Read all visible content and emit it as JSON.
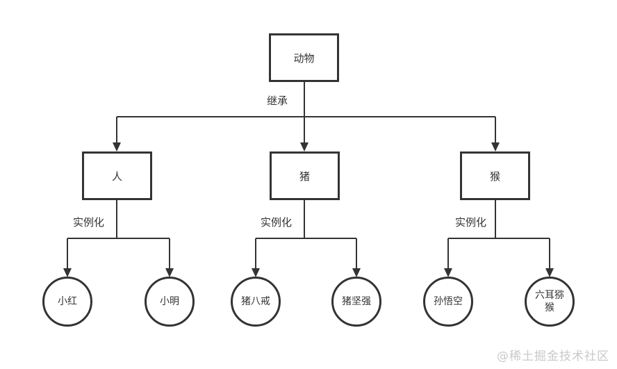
{
  "diagram": {
    "root": {
      "label": "动物"
    },
    "inherit_label": "继承",
    "classes": [
      {
        "label": "人",
        "instantiate_label": "实例化"
      },
      {
        "label": "猪",
        "instantiate_label": "实例化"
      },
      {
        "label": "猴",
        "instantiate_label": "实例化"
      }
    ],
    "instances": [
      {
        "label": "小红"
      },
      {
        "label": "小明"
      },
      {
        "label": "猪八戒"
      },
      {
        "label": "猪坚强"
      },
      {
        "label": "孙悟空"
      },
      {
        "label": "六耳猕猴"
      }
    ],
    "colors": {
      "line": "#333333",
      "text": "#333333",
      "watermark_text": "#c9c9c9",
      "background": "#ffffff"
    }
  },
  "watermark": "@稀土掘金技术社区"
}
